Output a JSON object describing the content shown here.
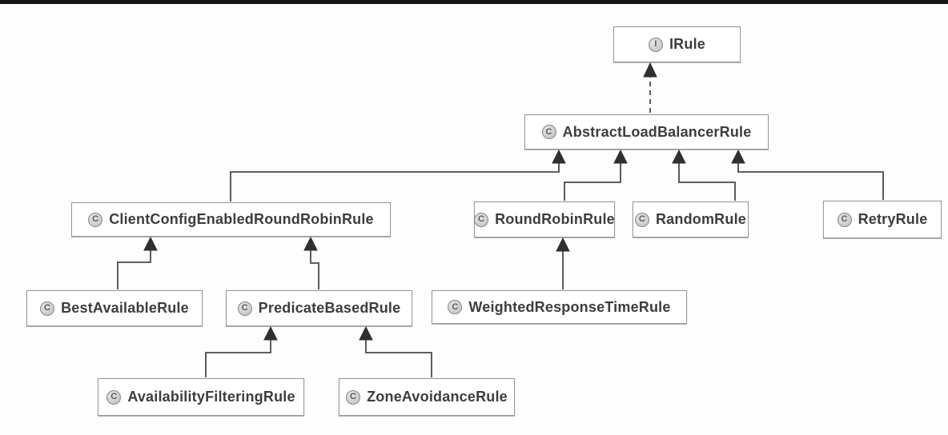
{
  "diagram": {
    "kind": "uml-class-hierarchy",
    "nodes": [
      {
        "id": "IRule",
        "label": "IRule",
        "stereotype": "interface",
        "icon": "interface-icon",
        "icon_letter": "I"
      },
      {
        "id": "AbstractLoadBalancerRule",
        "label": "AbstractLoadBalancerRule",
        "stereotype": "class",
        "icon": "class-icon",
        "icon_letter": "C"
      },
      {
        "id": "ClientConfigEnabledRoundRobinRule",
        "label": "ClientConfigEnabledRoundRobinRule",
        "stereotype": "class",
        "icon": "class-icon",
        "icon_letter": "C"
      },
      {
        "id": "RoundRobinRule",
        "label": "RoundRobinRule",
        "stereotype": "class",
        "icon": "class-icon",
        "icon_letter": "C"
      },
      {
        "id": "RandomRule",
        "label": "RandomRule",
        "stereotype": "class",
        "icon": "class-icon",
        "icon_letter": "C"
      },
      {
        "id": "RetryRule",
        "label": "RetryRule",
        "stereotype": "class",
        "icon": "class-icon",
        "icon_letter": "C"
      },
      {
        "id": "BestAvailableRule",
        "label": "BestAvailableRule",
        "stereotype": "class",
        "icon": "class-icon",
        "icon_letter": "C"
      },
      {
        "id": "PredicateBasedRule",
        "label": "PredicateBasedRule",
        "stereotype": "class",
        "icon": "class-icon",
        "icon_letter": "C"
      },
      {
        "id": "WeightedResponseTimeRule",
        "label": "WeightedResponseTimeRule",
        "stereotype": "class",
        "icon": "class-icon",
        "icon_letter": "C"
      },
      {
        "id": "AvailabilityFilteringRule",
        "label": "AvailabilityFilteringRule",
        "stereotype": "class",
        "icon": "class-icon",
        "icon_letter": "C"
      },
      {
        "id": "ZoneAvoidanceRule",
        "label": "ZoneAvoidanceRule",
        "stereotype": "class",
        "icon": "class-icon",
        "icon_letter": "C"
      }
    ],
    "edges": [
      {
        "from": "AbstractLoadBalancerRule",
        "to": "IRule",
        "relation": "implements",
        "line_style": "dashed"
      },
      {
        "from": "ClientConfigEnabledRoundRobinRule",
        "to": "AbstractLoadBalancerRule",
        "relation": "extends",
        "line_style": "solid"
      },
      {
        "from": "RoundRobinRule",
        "to": "AbstractLoadBalancerRule",
        "relation": "extends",
        "line_style": "solid"
      },
      {
        "from": "RandomRule",
        "to": "AbstractLoadBalancerRule",
        "relation": "extends",
        "line_style": "solid"
      },
      {
        "from": "RetryRule",
        "to": "AbstractLoadBalancerRule",
        "relation": "extends",
        "line_style": "solid"
      },
      {
        "from": "BestAvailableRule",
        "to": "ClientConfigEnabledRoundRobinRule",
        "relation": "extends",
        "line_style": "solid"
      },
      {
        "from": "PredicateBasedRule",
        "to": "ClientConfigEnabledRoundRobinRule",
        "relation": "extends",
        "line_style": "solid"
      },
      {
        "from": "WeightedResponseTimeRule",
        "to": "RoundRobinRule",
        "relation": "extends",
        "line_style": "solid"
      },
      {
        "from": "AvailabilityFilteringRule",
        "to": "PredicateBasedRule",
        "relation": "extends",
        "line_style": "solid"
      },
      {
        "from": "ZoneAvoidanceRule",
        "to": "PredicateBasedRule",
        "relation": "extends",
        "line_style": "solid"
      }
    ],
    "colors": {
      "line": "#4a4a4a",
      "box_border": "#9a9a9a",
      "box_background": "#ffffff",
      "text": "#3d3d3d",
      "top_rule": "#161616"
    }
  }
}
